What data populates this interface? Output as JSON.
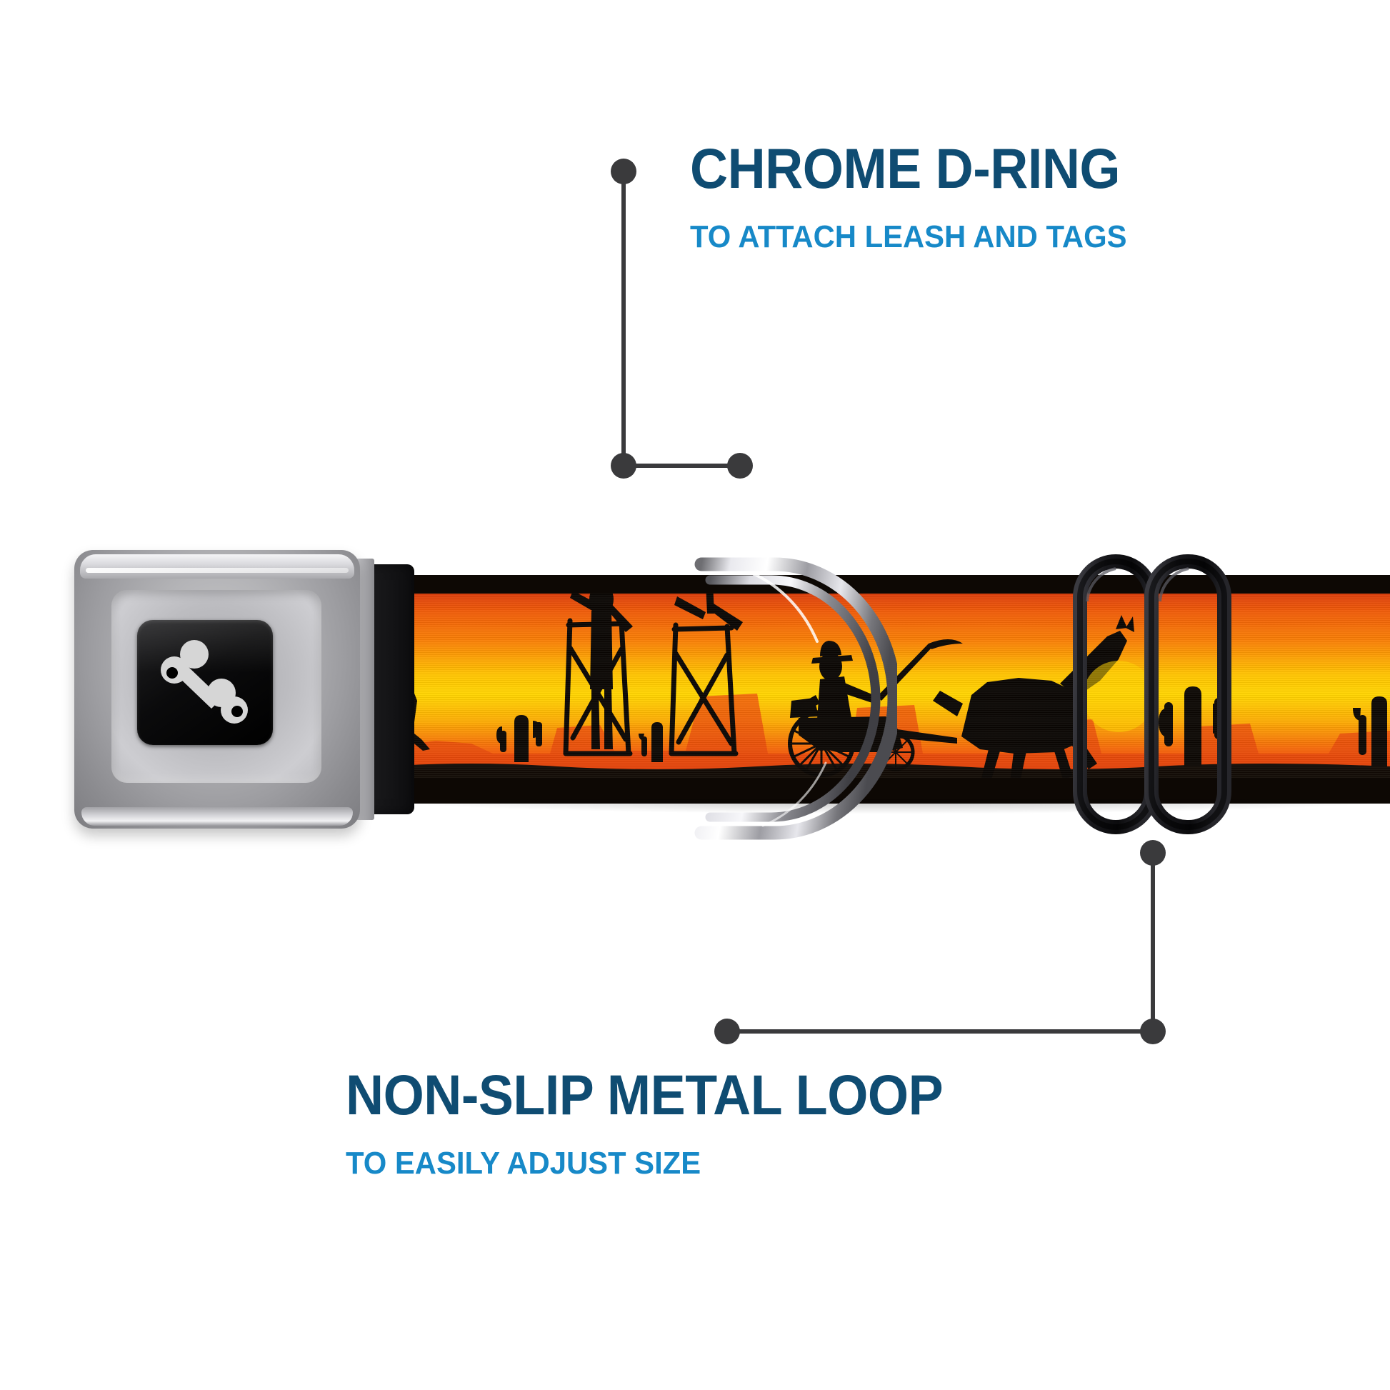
{
  "product": {
    "type": "seatbelt-buckle-dog-collar",
    "background_color": "#ffffff"
  },
  "colors": {
    "title_blue": "#0F4C72",
    "subtitle_blue": "#1789C8",
    "leader_line": "#3a3a3c",
    "chrome_light": "#f4f4f6",
    "chrome_mid": "#b4b4b7",
    "chrome_dark": "#7d7d81",
    "plate_black": "#000000",
    "bone_logo": "#d5d5d5",
    "strap_black": "#0d0804",
    "sunset_red": "#d7380b",
    "sunset_orange": "#f97f05",
    "sunset_yellow": "#ffd400",
    "loop_black": "#15151a"
  },
  "callouts": [
    {
      "id": "chrome-d-ring",
      "title": "CHROME D-RING",
      "subtitle": "TO ATTACH LEASH AND TAGS",
      "position": "top-right",
      "leader": {
        "start_dot": [
          873,
          240
        ],
        "elbow": [
          873,
          650
        ],
        "end_dot": [
          1035,
          650
        ]
      }
    },
    {
      "id": "non-slip-metal-loop",
      "title": "NON-SLIP METAL LOOP",
      "subtitle": "TO EASILY ADJUST SIZE",
      "position": "bottom-left",
      "leader": {
        "start_dot": [
          1613,
          1194
        ],
        "elbow": [
          1613,
          1442
        ],
        "end_dot": [
          1018,
          1442
        ]
      }
    }
  ],
  "components": {
    "buckle": {
      "name": "chrome seatbelt buckle",
      "plate_logo": "bone-icon",
      "finish": "chrome"
    },
    "d_ring": {
      "name": "chrome D-ring",
      "finish": "chrome",
      "style": "double split ring"
    },
    "metal_loop": {
      "name": "non-slip metal loop",
      "finish": "black coated metal",
      "style": "double rounded rectangle slider"
    },
    "strap": {
      "name": "printed nylon webbing strap",
      "artwork": "western desert sunset silhouette",
      "motifs": [
        "horse head",
        "saguaro cactus",
        "mesa butte",
        "windmill tower",
        "cowboy driving horse-drawn carriage",
        "running horse"
      ]
    }
  }
}
